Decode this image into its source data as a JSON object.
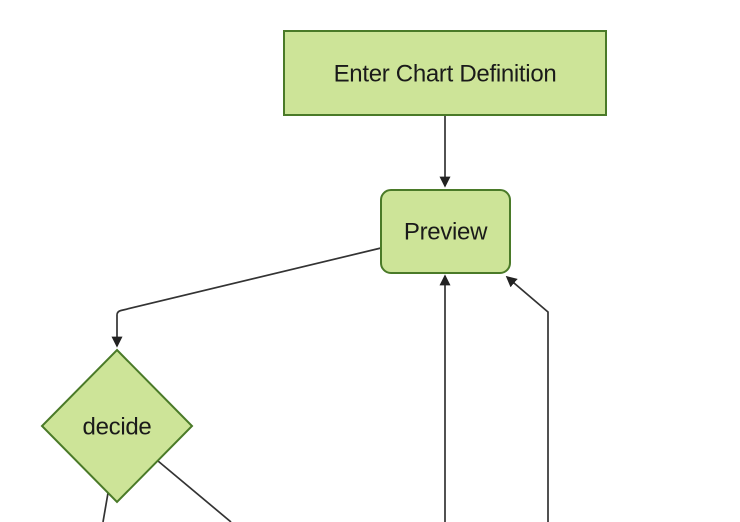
{
  "diagram": {
    "type": "flowchart",
    "background_color": "#ffffff",
    "node_fill_color": "#cde498",
    "node_border_color": "#4a7a28",
    "edge_color": "#333333",
    "arrowhead_color": "#222222",
    "text_color": "#1a1a1a",
    "nodes": [
      {
        "id": "enter-chart-definition",
        "shape": "rectangle",
        "label": "Enter Chart Definition"
      },
      {
        "id": "preview",
        "shape": "rounded-rectangle",
        "label": "Preview"
      },
      {
        "id": "decide",
        "shape": "diamond",
        "label": "decide"
      }
    ],
    "edges": [
      {
        "from": "enter-chart-definition",
        "to": "preview",
        "arrow": true
      },
      {
        "from": "preview",
        "to": "decide",
        "arrow": true
      },
      {
        "from": "offscreen-bottom-center",
        "to": "preview",
        "arrow": true
      },
      {
        "from": "offscreen-bottom-right",
        "to": "preview",
        "arrow": true
      },
      {
        "from": "decide",
        "to": "offscreen-bottom-left",
        "arrow": false
      },
      {
        "from": "decide",
        "to": "offscreen-bottom-right",
        "arrow": false
      }
    ]
  }
}
